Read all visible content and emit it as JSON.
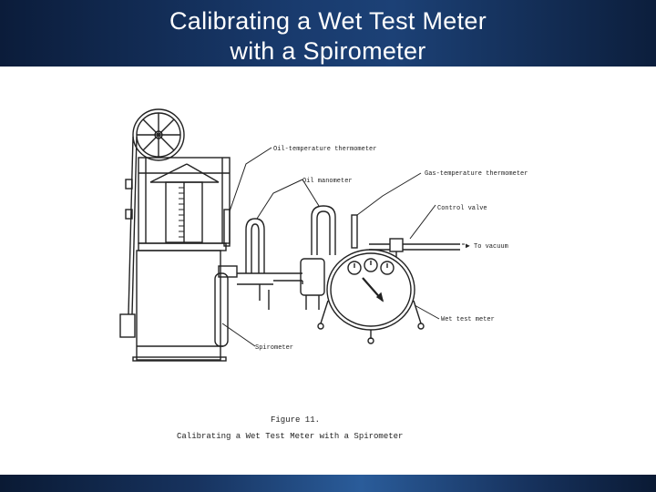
{
  "slide": {
    "title_line1": "Calibrating a Wet Test Meter",
    "title_line2": "with a Spirometer"
  },
  "diagram": {
    "labels": {
      "oil_thermometer": "Oil-temperature thermometer",
      "oil_manometer": "Oil manometer",
      "gas_thermometer": "Gas-temperature thermometer",
      "control_valve": "Control valve",
      "to_vacuum": "To vacuum",
      "wet_test_meter": "Wet test meter",
      "spirometer": "Spirometer"
    },
    "figure_number": "Figure 11.",
    "figure_caption": "Calibrating a Wet Test Meter with a Spirometer"
  }
}
